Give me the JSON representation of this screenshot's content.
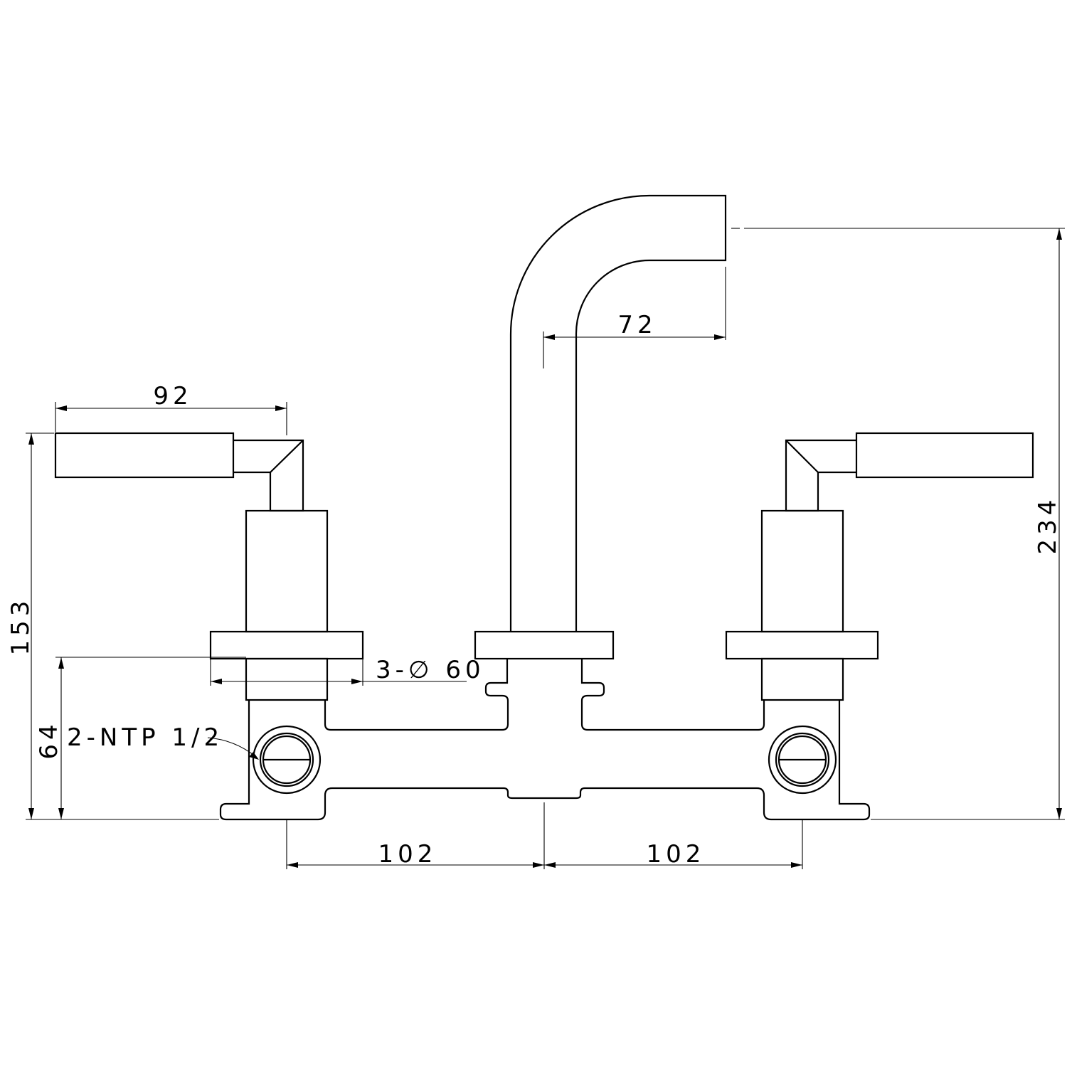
{
  "dimensions": {
    "handle_reach": "92",
    "spout_reach": "72",
    "overall_height": "234",
    "handle_height": "153",
    "trim_diameter": "3-∅ 60",
    "inlet_height": "64",
    "inlet_thread": "2-NTP 1/2",
    "left_spacing": "102",
    "right_spacing": "102"
  }
}
